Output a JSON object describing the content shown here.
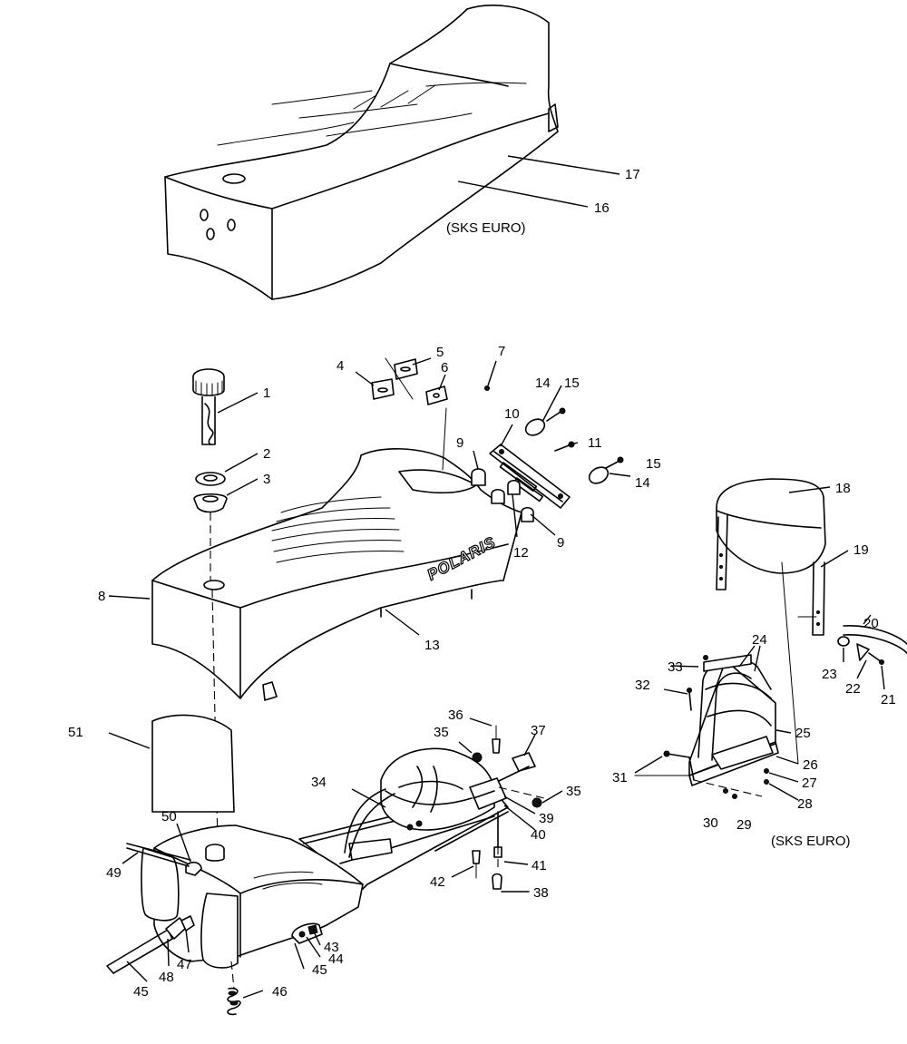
{
  "notes": {
    "euro_top": "(SKS EURO)",
    "euro_right": "(SKS EURO)"
  },
  "brand": "POLARIS",
  "callouts": {
    "c1": "1",
    "c2": "2",
    "c3": "3",
    "c4": "4",
    "c5": "5",
    "c6": "6",
    "c7": "7",
    "c8": "8",
    "c9a": "9",
    "c9b": "9",
    "c10": "10",
    "c11": "11",
    "c12": "12",
    "c13": "13",
    "c14a": "14",
    "c14b": "14",
    "c15a": "15",
    "c15b": "15",
    "c16": "16",
    "c17": "17",
    "c18": "18",
    "c19": "19",
    "c20": "20",
    "c21": "21",
    "c22": "22",
    "c23": "23",
    "c24": "24",
    "c25": "25",
    "c26": "26",
    "c27": "27",
    "c28": "28",
    "c29": "29",
    "c30": "30",
    "c31": "31",
    "c32": "32",
    "c33": "33",
    "c34": "34",
    "c35a": "35",
    "c35b": "35",
    "c36": "36",
    "c37": "37",
    "c38": "38",
    "c39": "39",
    "c40": "40",
    "c41": "41",
    "c42": "42",
    "c43": "43",
    "c44": "44",
    "c45a": "45",
    "c45b": "45",
    "c46": "46",
    "c47": "47",
    "c48": "48",
    "c49": "49",
    "c50": "50",
    "c51": "51"
  }
}
